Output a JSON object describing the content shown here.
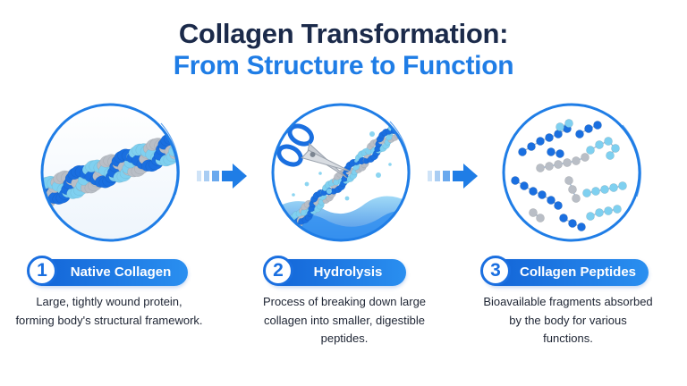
{
  "title": {
    "line1": "Collagen Transformation:",
    "line2": "From Structure to Function"
  },
  "colors": {
    "dark_navy": "#1b2a4a",
    "accent_blue": "#1f7de6",
    "pill_blue": "#1a6fe0",
    "light_blue": "#7fd0f0",
    "silver": "#b9bec6"
  },
  "steps": [
    {
      "number": "1",
      "label": "Native Collagen",
      "description": "Large, tightly wound protein, forming body's structural framework.",
      "icon": "collagen-triple-helix-icon"
    },
    {
      "number": "2",
      "label": "Hydrolysis",
      "description": "Process of breaking down large collagen into smaller, digestible peptides.",
      "icon": "scissors-and-water-splash-icon"
    },
    {
      "number": "3",
      "label": "Collagen Peptides",
      "description": "Bioavailable fragments absorbed by the body for various functions.",
      "icon": "peptide-fragments-icon"
    }
  ],
  "arrows": [
    "right-arrow-icon",
    "right-arrow-icon"
  ]
}
